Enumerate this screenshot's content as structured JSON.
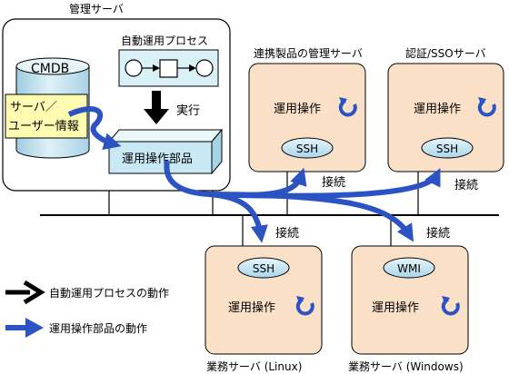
{
  "colors": {
    "server_fill": "#fbe0c8",
    "component_fill": "#d8f0f6",
    "db_fill": "#c6e3f0",
    "info_fill": "#fffbb0",
    "ssh_fill": "#c9e8f3",
    "blue_arrow": "#2b53c4",
    "black_arrow": "#000000"
  },
  "mgmt": {
    "title": "管理サーバ",
    "cmdb": "CMDB",
    "info_line1": "サーバ／",
    "info_line2": "ユーザー情報",
    "process_title": "自動運用プロセス",
    "exec": "実行",
    "parts": "運用操作部品"
  },
  "servers": {
    "linked": {
      "title": "連携製品の管理サーバ",
      "op": "運用操作",
      "proto": "SSH",
      "icon": "rotate-icon"
    },
    "auth": {
      "title": "認証/SSOサーバ",
      "op": "運用操作",
      "proto": "SSH",
      "icon": "rotate-icon"
    },
    "linux": {
      "title": "業務サーバ (Linux)",
      "op": "運用操作",
      "proto": "SSH",
      "icon": "rotate-icon"
    },
    "windows": {
      "title": "業務サーバ (Windows)",
      "op": "運用操作",
      "proto": "WMI",
      "icon": "rotate-icon"
    }
  },
  "connections": [
    "接続",
    "接続",
    "接続",
    "接続"
  ],
  "legend": {
    "black": "自動運用プロセスの動作",
    "blue": "運用操作部品の動作"
  }
}
